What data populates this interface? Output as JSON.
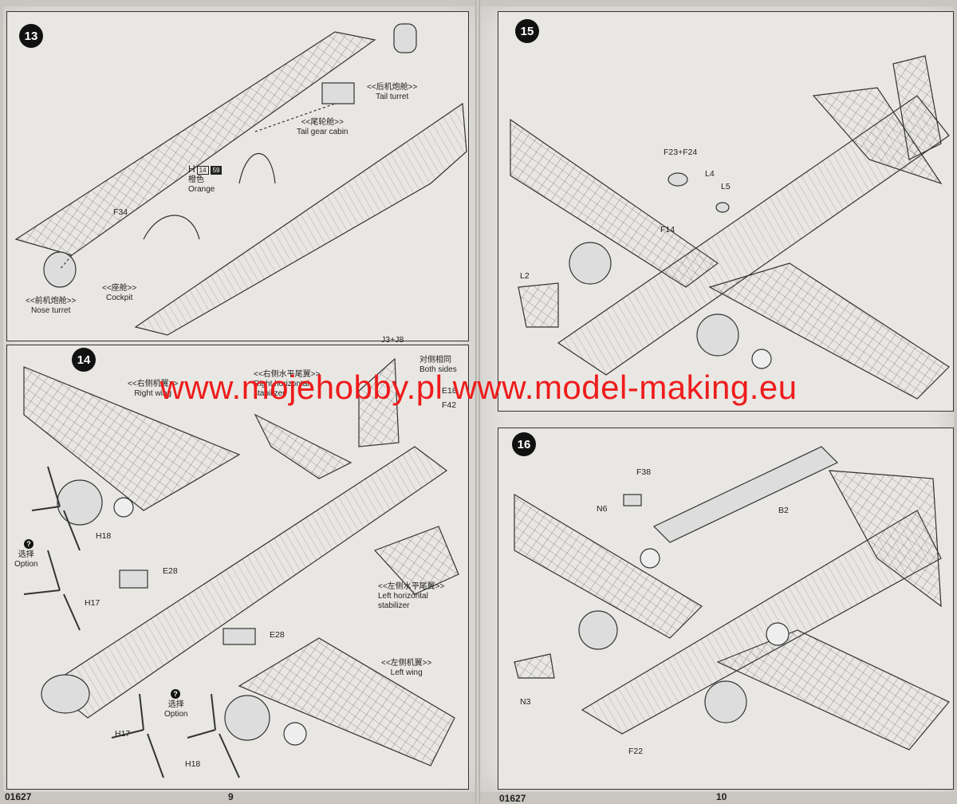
{
  "pages": {
    "left": {
      "code": "01627",
      "number": "9"
    },
    "right": {
      "code": "01627",
      "number": "10"
    }
  },
  "steps": {
    "s13": {
      "number": "13",
      "tail_turret": {
        "zh": "<<后机炮舱>>",
        "en": "Tail turret"
      },
      "tail_gear": {
        "zh": "<<尾轮舱>>",
        "en": "Tail gear cabin"
      },
      "cockpit": {
        "zh": "<<座舱>>",
        "en": "Cockpit"
      },
      "nose_turret": {
        "zh": "<<前机炮舱>>",
        "en": "Nose turret"
      },
      "color_part": "H",
      "color_code": "14",
      "color_code2": "59",
      "color_zh": "橙色",
      "color_en": "Orange",
      "part_f34": "F34"
    },
    "s14": {
      "number": "14",
      "part_j3j8": "J3+J8",
      "both_sides_zh": "对侧相同",
      "both_sides_en": "Both sides",
      "part_e18": "E18",
      "part_f42": "F42",
      "right_wing": {
        "zh": "<<右侧机翼>>",
        "en": "Right wing"
      },
      "right_stab": {
        "zh": "<<右侧水平尾翼>>",
        "en1": "Right horizontal",
        "en2": "stabilizer"
      },
      "left_stab": {
        "zh": "<<左侧水平尾翼>>",
        "en1": "Left horizontal",
        "en2": "stabilizer"
      },
      "left_wing": {
        "zh": "<<左侧机翼>>",
        "en": "Left wing"
      },
      "part_h18_a": "H18",
      "part_h17_a": "H17",
      "part_e28_a": "E28",
      "part_e28_b": "E28",
      "part_h17_b": "H17",
      "part_h18_b": "H18",
      "option_zh": "选择",
      "option_en": "Option"
    },
    "s15": {
      "number": "15",
      "part_f23f24": "F23+F24",
      "part_l4": "L4",
      "part_l5": "L5",
      "part_f14": "F14",
      "part_l2": "L2"
    },
    "s16": {
      "number": "16",
      "part_f38": "F38",
      "part_n6": "N6",
      "part_b2": "B2",
      "part_n3": "N3",
      "part_f22": "F22"
    }
  },
  "watermark": "www.mojehobby.pl www.model-making.eu",
  "colors": {
    "paper": "#e4e2de",
    "line": "#333333",
    "watermark": "#ee1c1c",
    "badge": "#111111"
  }
}
